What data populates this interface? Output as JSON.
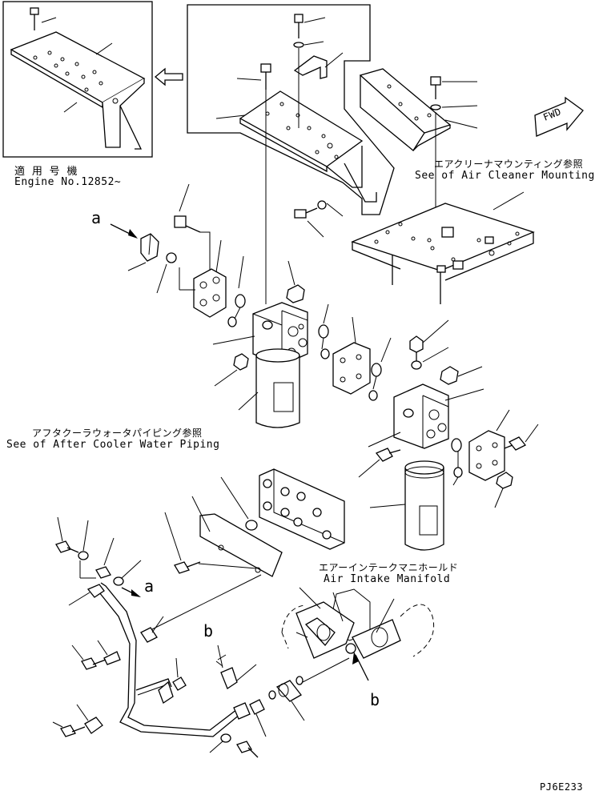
{
  "inset": {
    "applicable_label_jp": "適 用 号 機",
    "applicable_label_en": "Engine No.12852~"
  },
  "references": {
    "air_cleaner_jp": "エアクリーナマウンティング参照",
    "air_cleaner_en": "See of Air Cleaner Mounting",
    "after_cooler_jp": "アフタクーラウォータパイピング参照",
    "after_cooler_en": "See of After Cooler Water Piping",
    "intake_jp": "エアーインテークマニホールド",
    "intake_en": "Air Intake Manifold"
  },
  "markers": {
    "a_top": "a",
    "a_mid": "a",
    "b_left": "b",
    "b_right": "b"
  },
  "fwd_label": "FWD",
  "drawing_code": "PJ6E233"
}
